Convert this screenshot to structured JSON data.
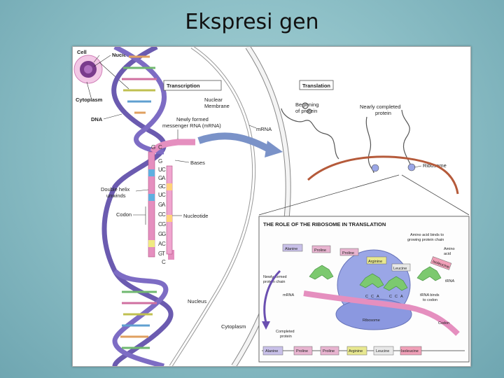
{
  "slide": {
    "title": "Ekspresi gen"
  },
  "diagram": {
    "cell_labels": {
      "cell": "Cell",
      "nucleus": "Nucleus",
      "cytoplasm": "Cytoplasm",
      "dna": "DNA"
    },
    "boxes": {
      "transcription": "Transcription",
      "translation": "Translation"
    },
    "labels": {
      "nuclear_membrane_1": "Nuclear",
      "nuclear_membrane_2": "Membrane",
      "mrna_new_1": "Newly formed",
      "mrna_new_2": "messenger RNA (mRNA)",
      "bases": "Bases",
      "double_helix_1": "Double helix",
      "double_helix_2": "unwinds",
      "codon": "Codon",
      "nucleotide": "Nucleotide",
      "nucleus_lower": "Nucleus",
      "cytoplasm_lower": "Cytoplasm",
      "mrna": "mRNA",
      "beginning_protein_1": "Beginning",
      "beginning_protein_2": "of protein",
      "nearly_completed_1": "Nearly completed",
      "nearly_completed_2": "protein",
      "ribosome": "Ribosome"
    },
    "strand_bases_left": [
      "G",
      "U",
      "G",
      "G",
      "U",
      "G",
      "C",
      "C",
      "G",
      "A",
      "G"
    ],
    "strand_bases_right": [
      "C",
      "A",
      "C",
      "C",
      "A",
      "C",
      "G",
      "G",
      "C",
      "T",
      "C"
    ],
    "top_bases": [
      "G",
      "C"
    ],
    "inset": {
      "title": "THE ROLE OF THE RIBOSOME IN TRANSLATION",
      "amino_binds_1": "Amino acid binds to",
      "amino_binds_2": "growing protein chain",
      "amino_acid_1": "Amino",
      "amino_acid_2": "acid",
      "newly_formed_1": "Newly formed",
      "newly_formed_2": "protein chain",
      "mrna": "mRNA",
      "trna": "tRNA",
      "trna_binds_1": "tRNA binds",
      "trna_binds_2": "to codon",
      "ribosome": "Ribosome",
      "codon": "Codon",
      "completed_1": "Completed",
      "completed_2": "protein",
      "chain_top": [
        "Alanine",
        "Proline",
        "Proline"
      ],
      "arginine": "Arginine",
      "leucine": "Leucine",
      "isoleucine": "Isoleucine",
      "trna_bases_left": [
        "C",
        "C",
        "A"
      ],
      "trna_bases_right": [
        "C",
        "C",
        "A"
      ],
      "completed_chain": [
        "Alanine",
        "Proline",
        "Proline",
        "Arginine",
        "Leucine",
        "Isoleucine"
      ]
    }
  },
  "colors": {
    "background": "#8fc1c8",
    "dna_purple": "#6b5bb0",
    "mrna_pink": "#e58fbf",
    "ribosome_blue": "#9aa6e6",
    "trna_green": "#7cc96f"
  }
}
